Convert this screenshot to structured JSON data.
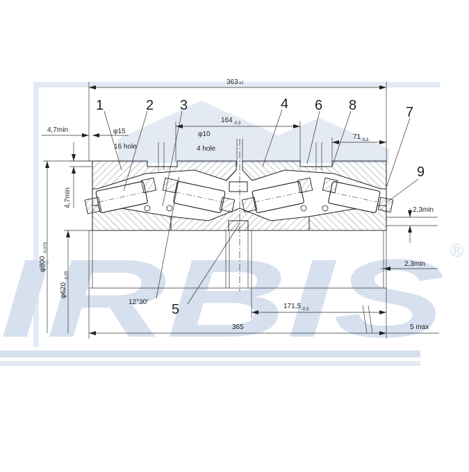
{
  "watermark": {
    "brand": "IRBIS",
    "registered": "®",
    "color": "#d6e0ee"
  },
  "dimensions": {
    "overall_width": "363",
    "overall_width_tol": "±2",
    "inner_width": "164",
    "inner_width_tol": "-0,3",
    "cup_width": "71",
    "cup_width_tol": "-0,3",
    "half_width": "171,5",
    "half_width_tol": "-0,3",
    "total_365": "365",
    "five_max": "5 max",
    "chamfer_top_left": "4,7min",
    "chamfer_side": "4,7min",
    "chamfer_right_top": "2,3min",
    "chamfer_right_bottom": "2,3min",
    "hole_d15": "φ15",
    "hole_16": "16 hole",
    "hole_d10": "φ10",
    "hole_4": "4 hole",
    "outer_diameter": "φ800",
    "outer_diameter_tol": "-0,075",
    "inner_diameter": "φ620",
    "inner_diameter_tol": "-0,05",
    "angle": "12°30'"
  },
  "callouts": [
    "1",
    "2",
    "3",
    "4",
    "5",
    "6",
    "7",
    "8",
    "9"
  ]
}
